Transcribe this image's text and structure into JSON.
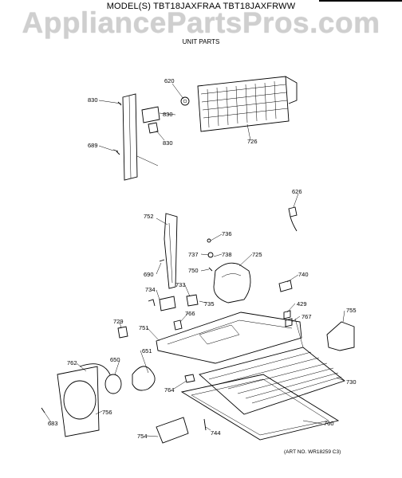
{
  "header": {
    "model": "MODEL(S) TBT18JAXFRAA  TBT18JAXFRWW",
    "watermark": "AppliancePartsPros.com",
    "section": "UNIT PARTS"
  },
  "art_number": "(ART NO. WR18259 C3)",
  "callouts": [
    "620",
    "830",
    "830",
    "830",
    "689",
    "726",
    "626",
    "752",
    "736",
    "737",
    "738",
    "725",
    "690",
    "750",
    "740",
    "734",
    "733",
    "735",
    "429",
    "755",
    "729",
    "766",
    "767",
    "751",
    "651",
    "650",
    "762",
    "764",
    "730",
    "756",
    "760",
    "683",
    "744",
    "754"
  ]
}
